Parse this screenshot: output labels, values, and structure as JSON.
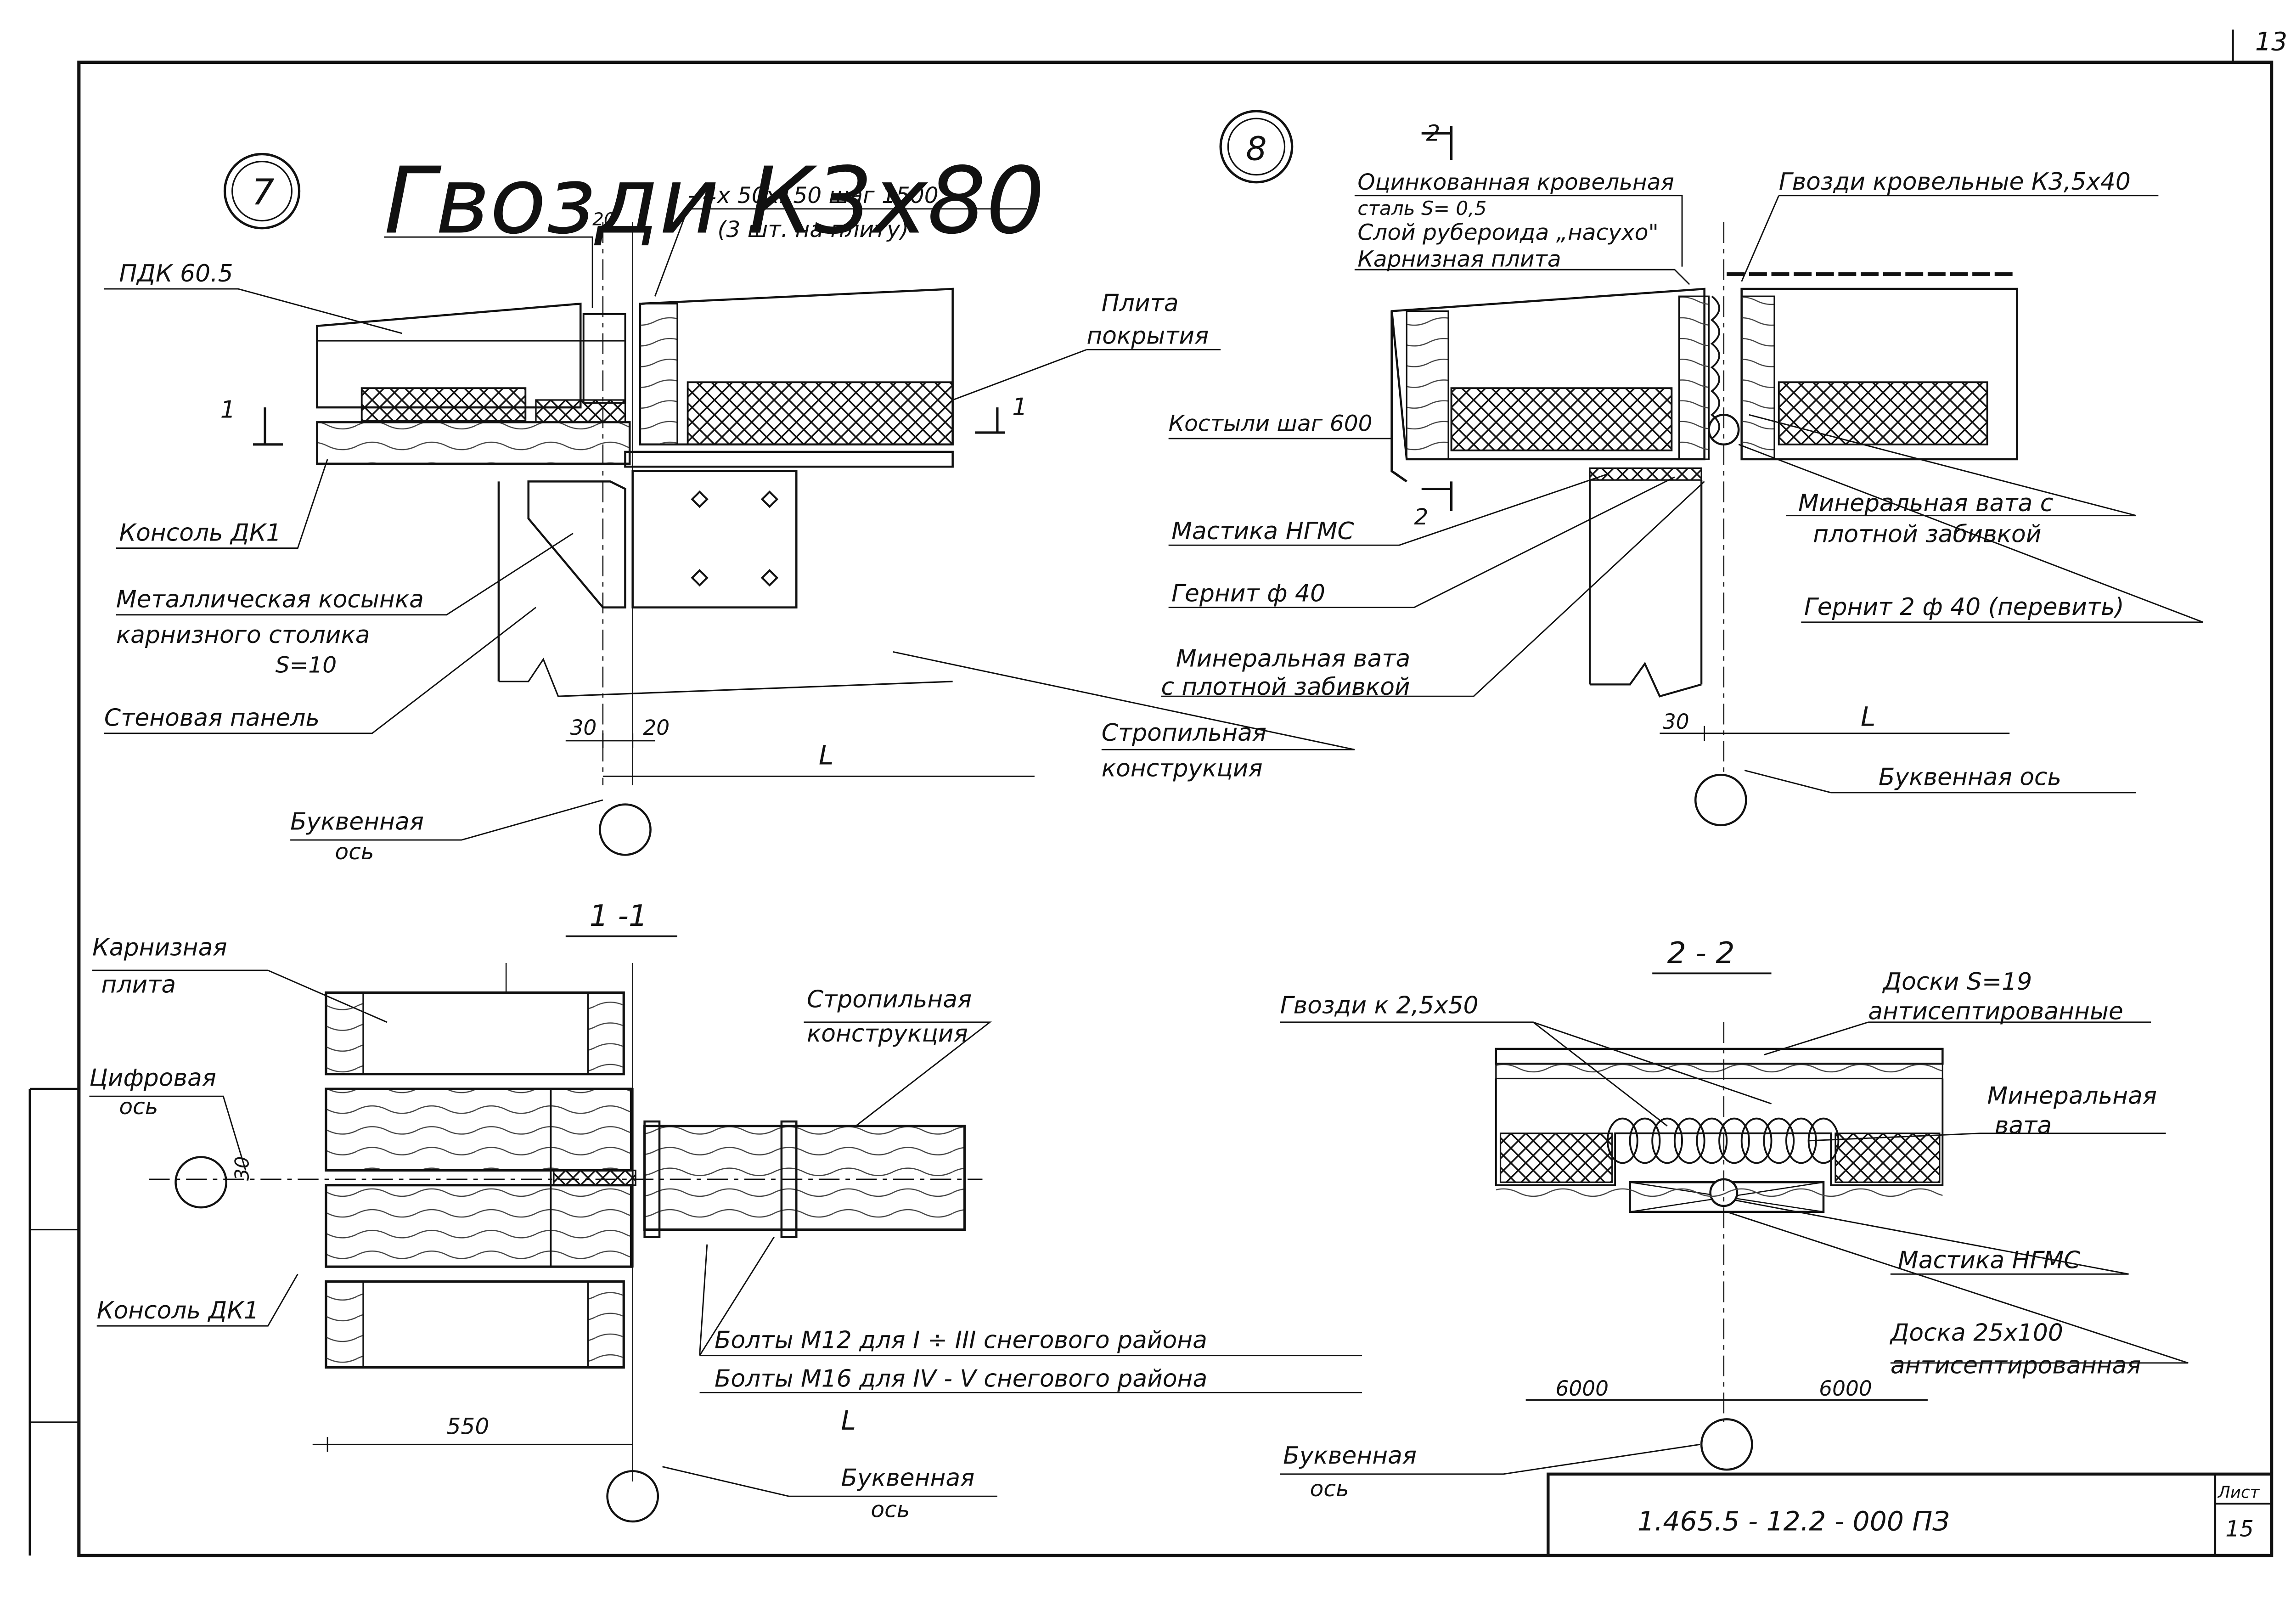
{
  "page_number": "13",
  "details": {
    "d7": {
      "number": "7",
      "nails": "Гвозди К3х80",
      "plate_dims": "- 4х 50х150 шаг 1500",
      "plate_qty": "(3 шт. на плиту)",
      "dim_20_top": "20",
      "pdk": "ПДК 60.5",
      "slab_l1": "Плита",
      "slab_l2": "покрытия",
      "sec_mark_left": "1",
      "sec_mark_right": "1",
      "console": "Консоль ДК1",
      "gusset_l1": "Металлическая косынка",
      "gusset_l2": "карнизного столика",
      "gusset_l3": "S=10",
      "wall_panel": "Стеновая панель",
      "dim_30": "30",
      "dim_20": "20",
      "dim_L": "L",
      "rafter_l1": "Стропильная",
      "rafter_l2": "конструкция",
      "axis_l1": "Буквенная",
      "axis_l2": "ось"
    },
    "d8": {
      "number": "8",
      "section_mark_top": "2",
      "section_mark_bottom": "2",
      "steel_l1": "Оцинкованная кровельная",
      "steel_l2": "сталь S= 0,5",
      "ruberoid": "Слой рубероида „насухо\"",
      "eave_slab": "Карнизная плита",
      "roof_nails": "Гвозди кровельные К3,5х40",
      "crutches": "Костыли шаг 600",
      "mastic": "Мастика НГМС",
      "gernit": "Гернит ф 40",
      "wool_l1": "Минеральная вата",
      "wool_l2": "с плотной забивкой",
      "wool_r1": "Минеральная вата с",
      "wool_r2": "плотной забивкой",
      "gernit2": "Гернит 2 ф 40 (перевить)",
      "dim_30": "30",
      "dim_L": "L",
      "axis": "Буквенная ось"
    },
    "s11": {
      "title": "1 -1",
      "eave_l1": "Карнизная",
      "eave_l2": "плита",
      "digit_l1": "Цифровая",
      "digit_l2": "ось",
      "dim_30": "30",
      "rafter_l1": "Стропильная",
      "rafter_l2": "конструкция",
      "console": "Консоль ДК1",
      "bolts1": "Болты М12 для I ÷ III снегового района",
      "bolts2": "Болты М16 для IV - V снегового района",
      "dim_550": "550",
      "dim_L": "L",
      "axis_l1": "Буквенная",
      "axis_l2": "ось"
    },
    "s22": {
      "title": "2 - 2",
      "nails": "Гвозди к 2,5х50",
      "boards_l1": "Доски S=19",
      "boards_l2": "антисептированные",
      "wool_l1": "Минеральная",
      "wool_l2": "вата",
      "mastic": "Мастика НГМС",
      "board_l1": "Доска 25х100",
      "board_l2": "антисептированная",
      "dim_left": "6000",
      "dim_right": "6000",
      "axis_l1": "Буквенная",
      "axis_l2": "ось"
    }
  },
  "stamp": {
    "code": "1.465.5 - 12.2 - 000 ПЗ",
    "sheet_label": "Лист",
    "sheet_no": "15"
  }
}
